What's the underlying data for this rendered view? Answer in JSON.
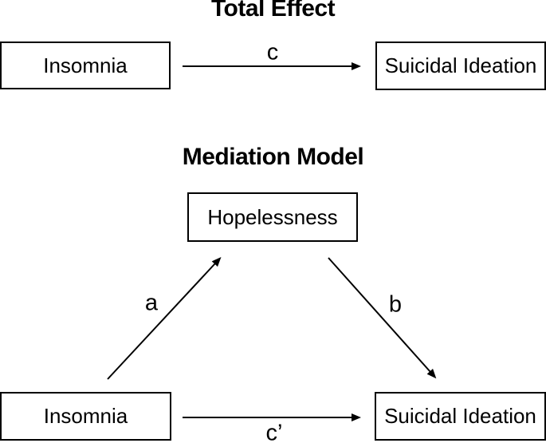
{
  "figure": {
    "background_color": "#ffffff",
    "ink_color": "#000000"
  },
  "total_effect": {
    "title": "Total Effect",
    "predictor_box": "Insomnia",
    "outcome_box": "Suicidal Ideation",
    "path_c_label": "c"
  },
  "mediation_model": {
    "title": "Mediation Model",
    "mediator_box": "Hopelessness",
    "predictor_box": "Insomnia",
    "outcome_box": "Suicidal Ideation",
    "path_a_label": "a",
    "path_b_label": "b",
    "path_c_prime_label": "c’"
  }
}
